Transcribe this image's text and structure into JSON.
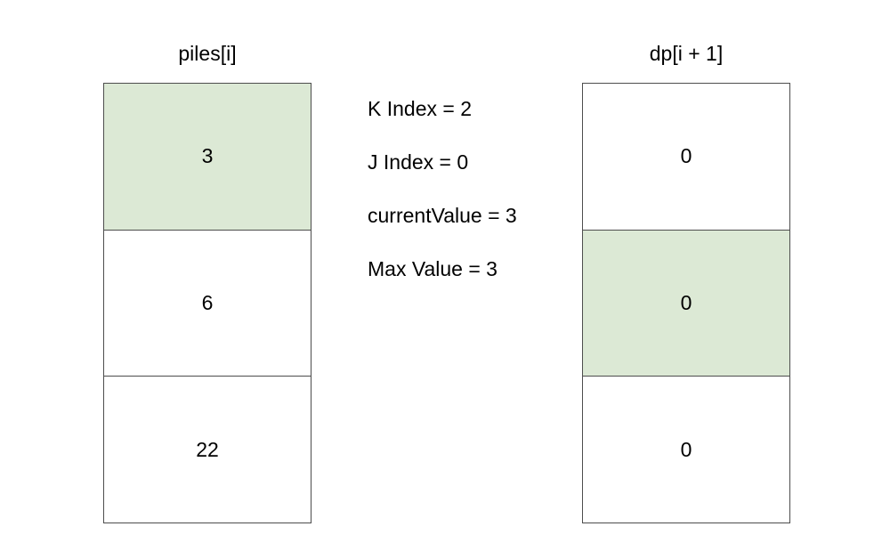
{
  "left_column": {
    "title": "piles[i]",
    "cells": [
      "3",
      "6",
      "22"
    ],
    "highlight_index": 0
  },
  "right_column": {
    "title": "dp[i + 1]",
    "cells": [
      "0",
      "0",
      "0"
    ],
    "highlight_index": 1
  },
  "info": {
    "lines": [
      "K Index = 2",
      "J Index = 0",
      "currentValue = 3",
      "Max Value = 3"
    ]
  },
  "colors": {
    "highlight": "#dce9d5",
    "border": "#4d4d4d",
    "text": "#000000",
    "background": "#ffffff"
  }
}
